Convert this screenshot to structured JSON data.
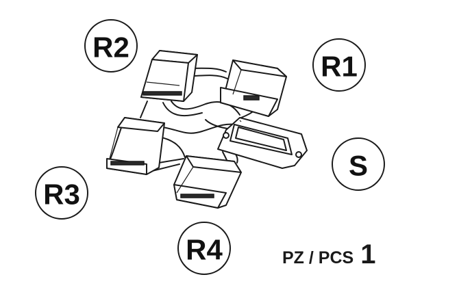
{
  "callouts": {
    "r1": "R1",
    "r2": "R2",
    "r3": "R3",
    "r4": "R4",
    "s": "S"
  },
  "quantity": {
    "label": "PZ / PCS",
    "value": "1"
  }
}
